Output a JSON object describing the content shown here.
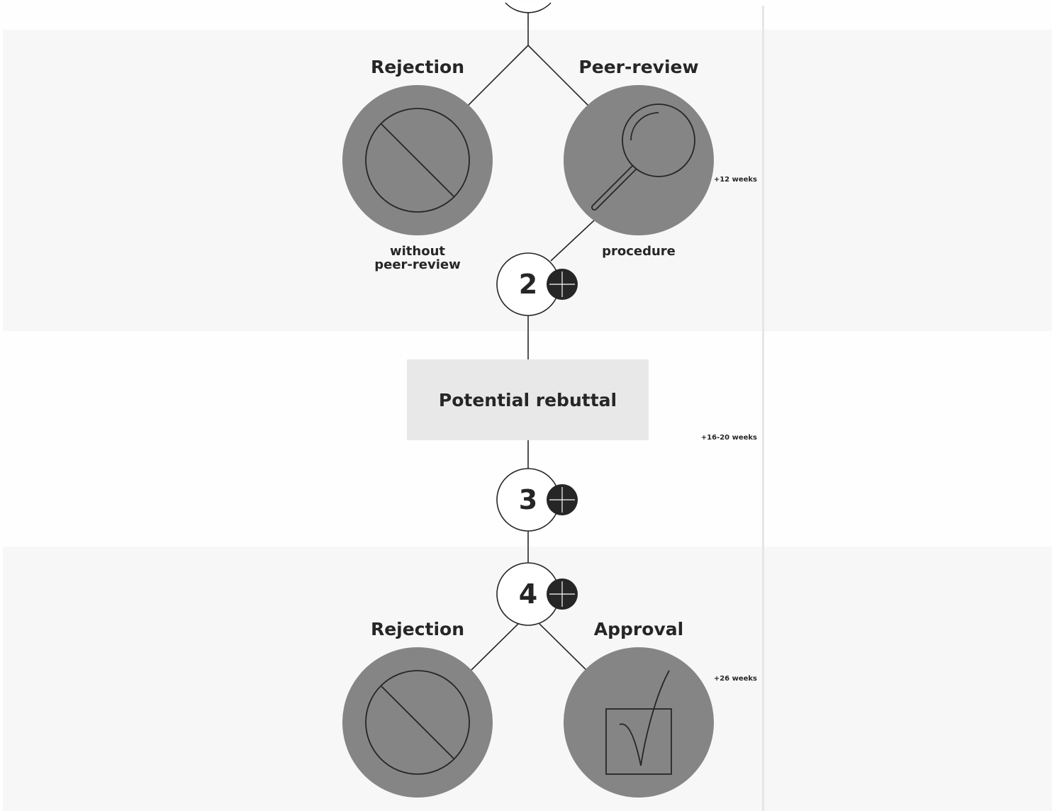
{
  "stage1": {
    "left": {
      "title": "Rejection",
      "subtitle_line1": "without",
      "subtitle_line2": "peer-review",
      "icon": "prohibited-icon"
    },
    "right": {
      "title": "Peer-review",
      "subtitle": "procedure",
      "icon": "magnifier-icon",
      "duration": "+12 weeks"
    }
  },
  "step2": {
    "number": "2",
    "icon": "plus-icon"
  },
  "rebuttal": {
    "label": "Potential rebuttal",
    "duration": "+16-20 weeks"
  },
  "step3": {
    "number": "3",
    "icon": "plus-icon"
  },
  "step4": {
    "number": "4",
    "icon": "plus-icon"
  },
  "stage2": {
    "left": {
      "title": "Rejection",
      "icon": "prohibited-icon"
    },
    "right": {
      "title": "Approval",
      "icon": "checkbox-checked-icon",
      "duration": "+26 weeks"
    }
  },
  "colors": {
    "band": "#f7f7f7",
    "big_circle": "#858585",
    "ink": "#262626",
    "box": "#e8e8e8",
    "plus_badge": "#262626"
  }
}
